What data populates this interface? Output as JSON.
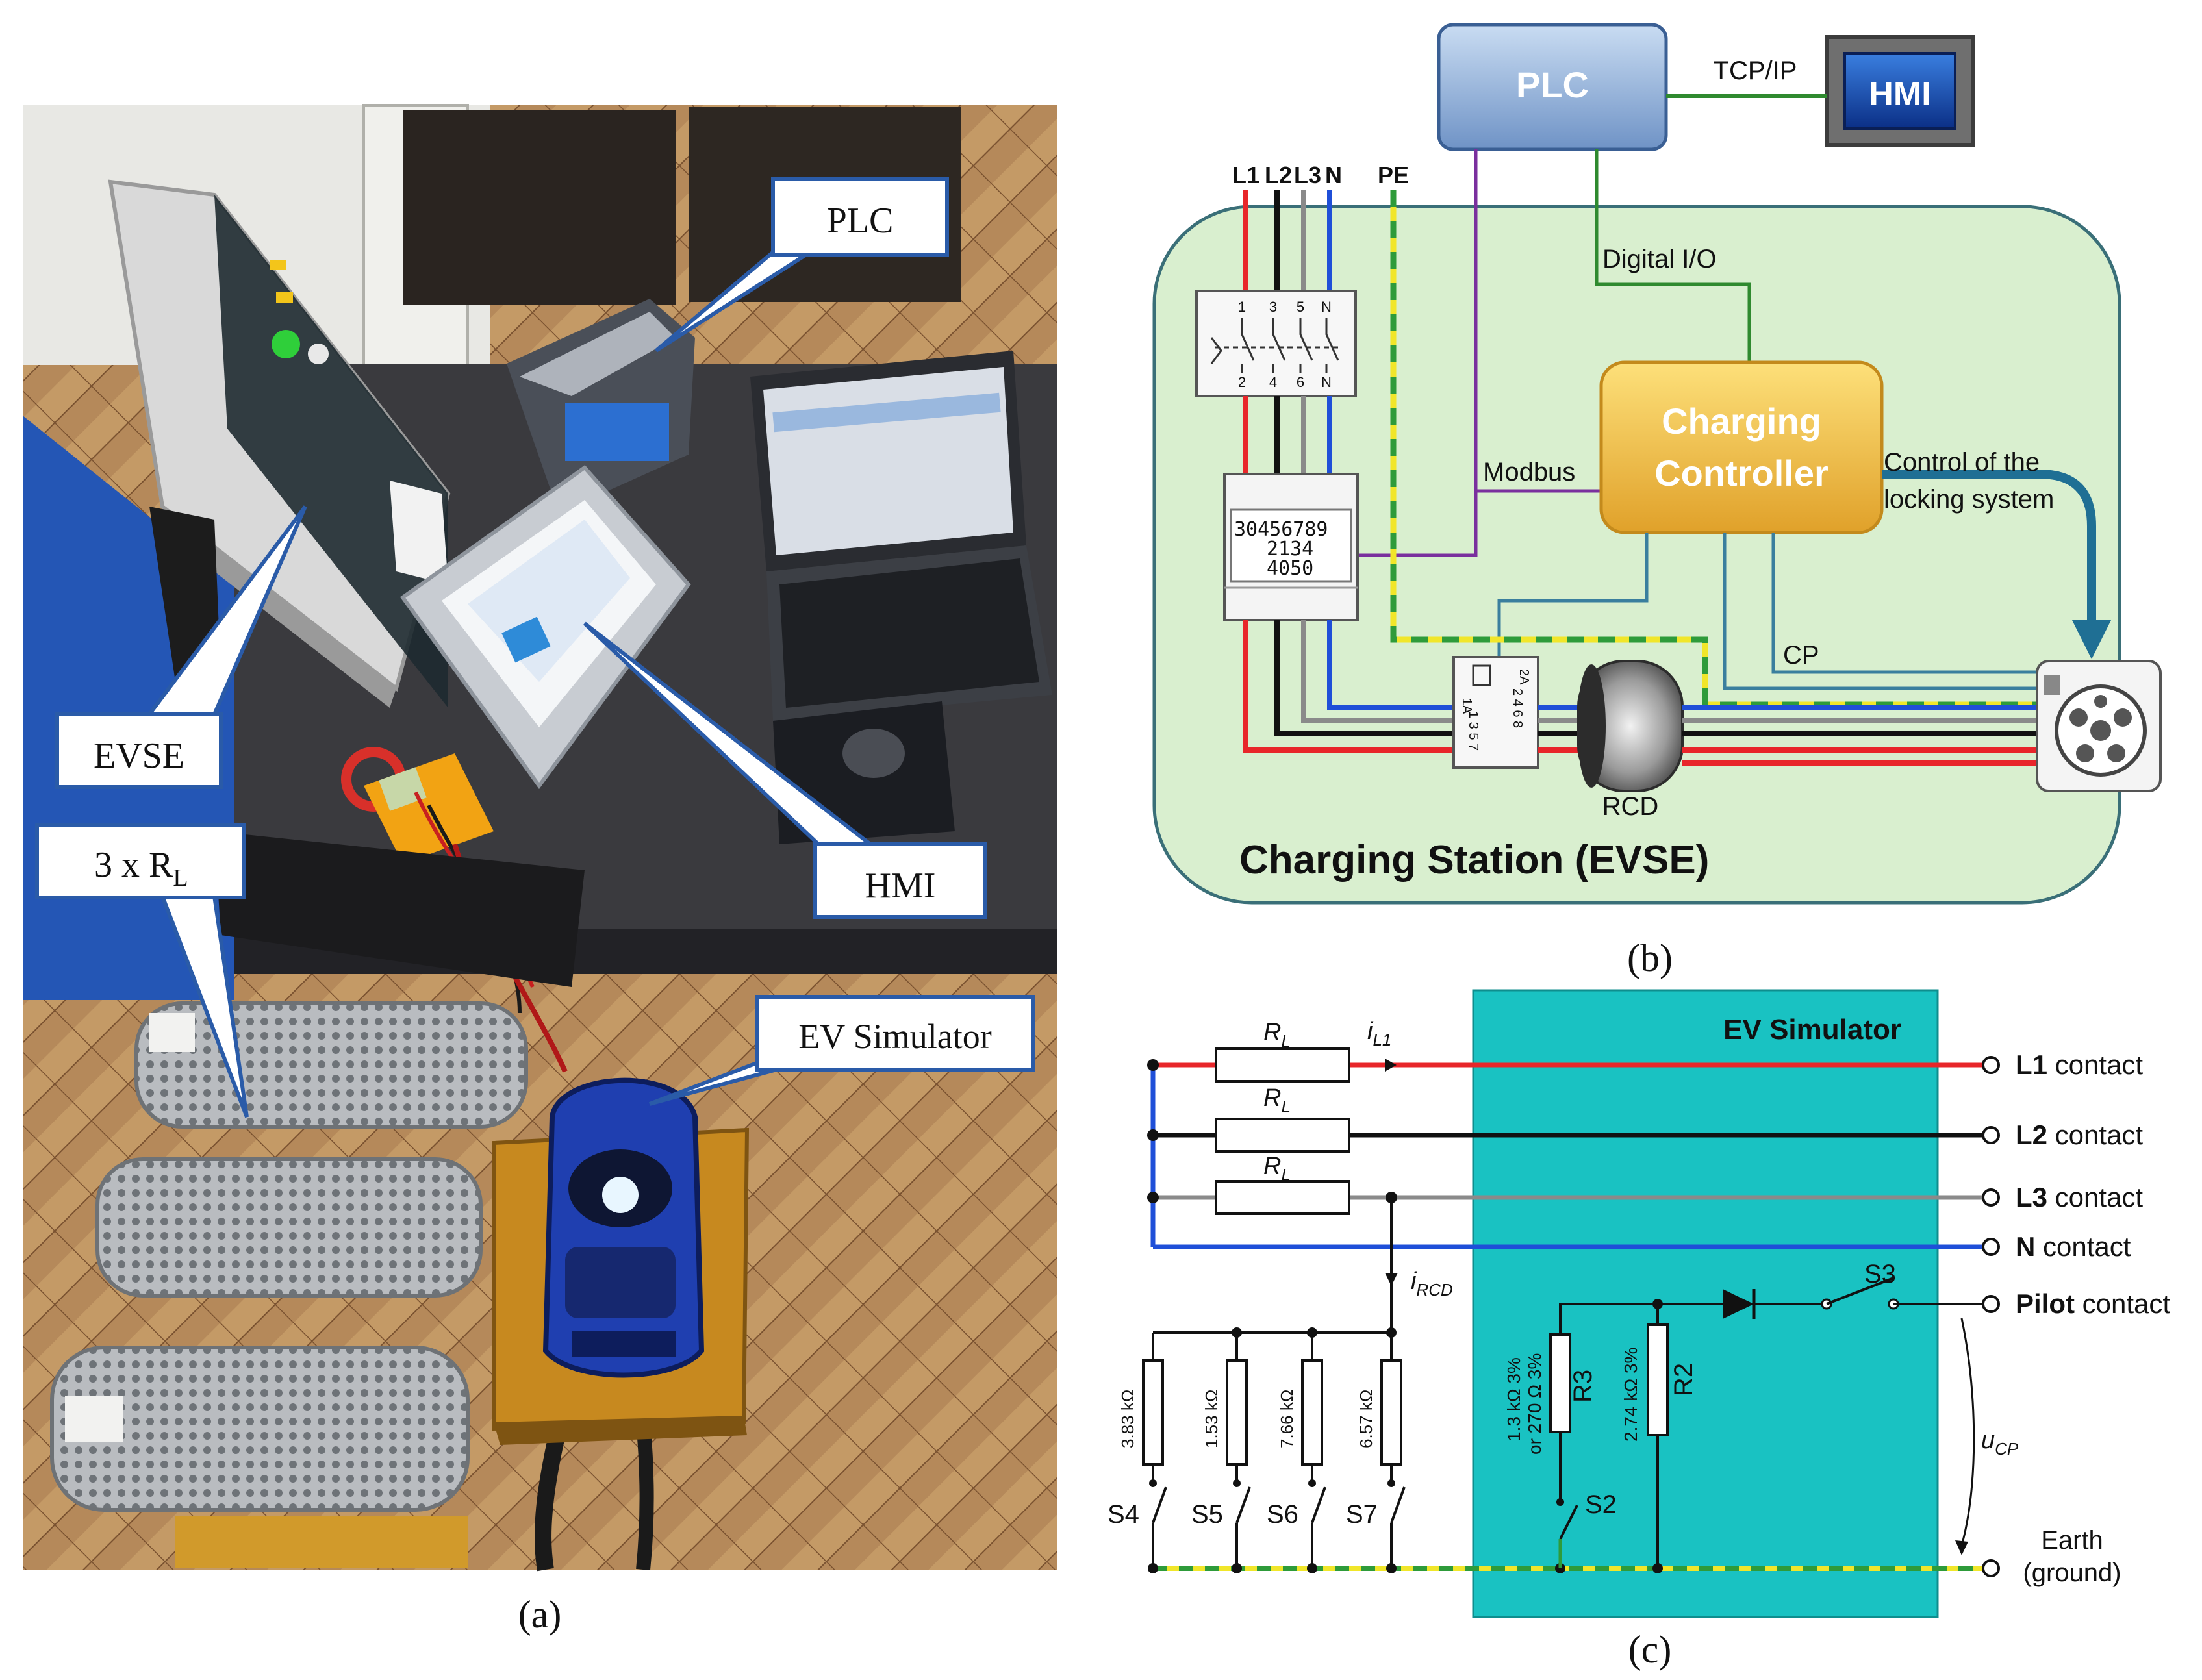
{
  "panel_a": {
    "caption_label": "(a)",
    "callouts": {
      "plc": "PLC",
      "evse": "EVSE",
      "rl": "3 x R",
      "rl_sub": "L",
      "hmi": "HMI",
      "ev_sim": "EV Simulator"
    }
  },
  "panel_b": {
    "caption_label": "(b)",
    "plc": "PLC",
    "hmi": "HMI",
    "tcpip": "TCP/IP",
    "digital_io": "Digital I/O",
    "modbus": "Modbus",
    "controller_line1": "Charging",
    "controller_line2": "Controller",
    "locking_line1": "Control of the",
    "locking_line2": "locking system",
    "cp": "CP",
    "rcd": "RCD",
    "station_title": "Charging Station (EVSE)",
    "phases": [
      "L1",
      "L2",
      "L3",
      "N"
    ],
    "pe": "PE",
    "breaker_top": [
      "1",
      "3",
      "5",
      "N"
    ],
    "breaker_bottom": [
      "2",
      "4",
      "6",
      "N"
    ],
    "meter_lines": [
      "30456789",
      "2134",
      "4050"
    ],
    "contactor_left": "1A",
    "contactor_right": "2A",
    "contactor_bottom_left": "1 3 5 7",
    "contactor_bottom_right": "2 4 6 8"
  },
  "panel_c": {
    "caption_label": "(c)",
    "ev_simulator": "EV Simulator",
    "rl": "R",
    "rl_sub": "L",
    "il1": "i",
    "il1_sub": "L1",
    "ircd": "i",
    "ircd_sub": "RCD",
    "ucp": "u",
    "ucp_sub": "CP",
    "contacts": [
      {
        "bold": "L1",
        "rest": " contact"
      },
      {
        "bold": "L2",
        "rest": " contact"
      },
      {
        "bold": "L3",
        "rest": " contact"
      },
      {
        "bold": "N",
        "rest": " contact"
      },
      {
        "bold": "Pilot",
        "rest": " contact"
      }
    ],
    "earth_line1": "Earth",
    "earth_line2": "(ground)",
    "resistor_values": [
      "3.83 kΩ",
      "1.53 kΩ",
      "7.66 kΩ",
      "6.57 kΩ"
    ],
    "switches": [
      "S4",
      "S5",
      "S6",
      "S7"
    ],
    "s2": "S2",
    "s3": "S3",
    "r3": "R3",
    "r2": "R2",
    "r3_value_1": "1.3 kΩ  3%",
    "r3_value_2": "or 270 Ω  3%",
    "r2_value": "2.74 kΩ  3%"
  },
  "colors": {
    "l1": "#e8262a",
    "l2": "#111111",
    "l3": "#8a8a8a",
    "n": "#1f4fd8",
    "pe_yellow": "#f1e62a",
    "pe_green": "#2e9b3a",
    "station_bg": "#d9efcf",
    "ev_bg": "#19c2c2",
    "plc_box": "#9fbde0",
    "controller": "#f0b73a"
  }
}
